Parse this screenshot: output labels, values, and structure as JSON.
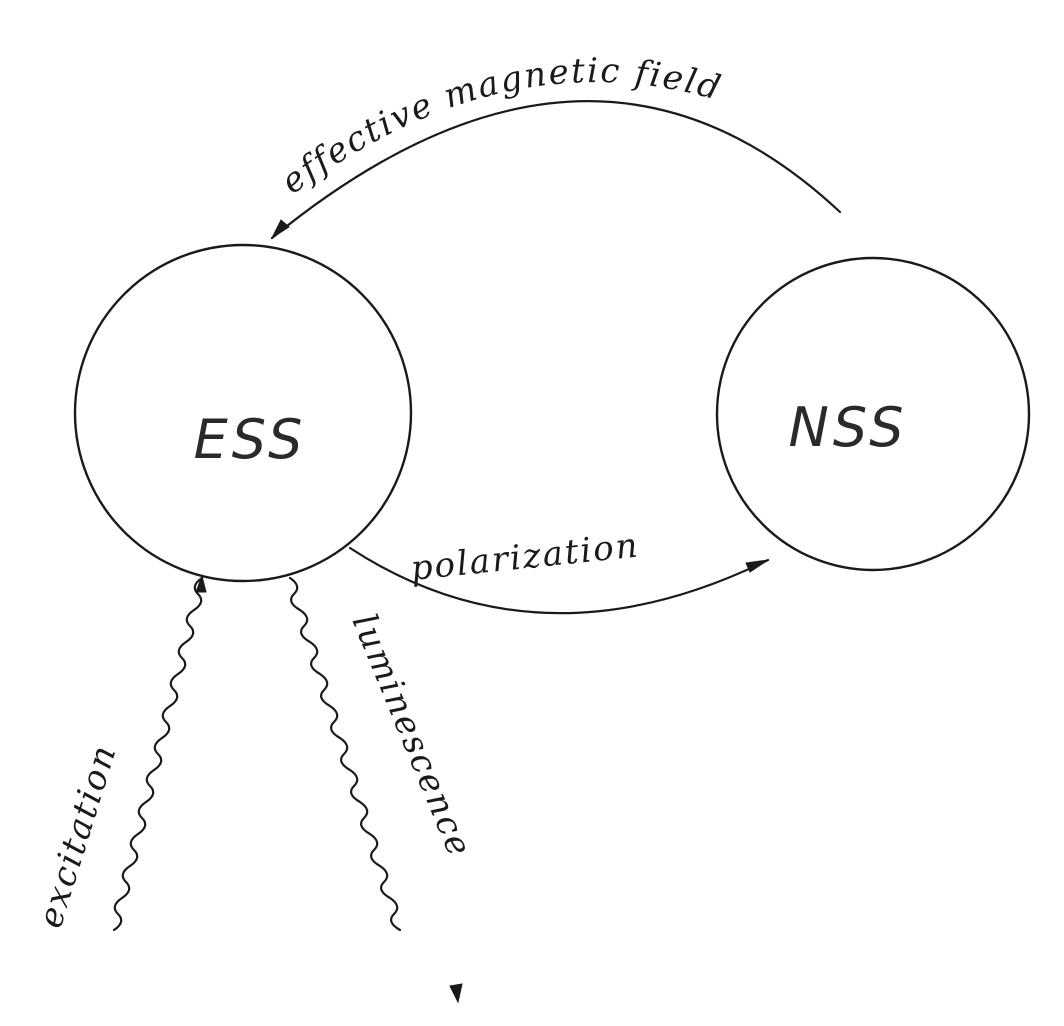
{
  "diagram": {
    "nodes": {
      "ess": {
        "label": "ESS"
      },
      "nss": {
        "label": "NSS"
      }
    },
    "edges": {
      "effective_field": {
        "label": "effective magnetic field"
      },
      "polarization": {
        "label": "polarization"
      },
      "excitation": {
        "label": "excitation"
      },
      "luminescence": {
        "label": "luminescence"
      }
    }
  }
}
